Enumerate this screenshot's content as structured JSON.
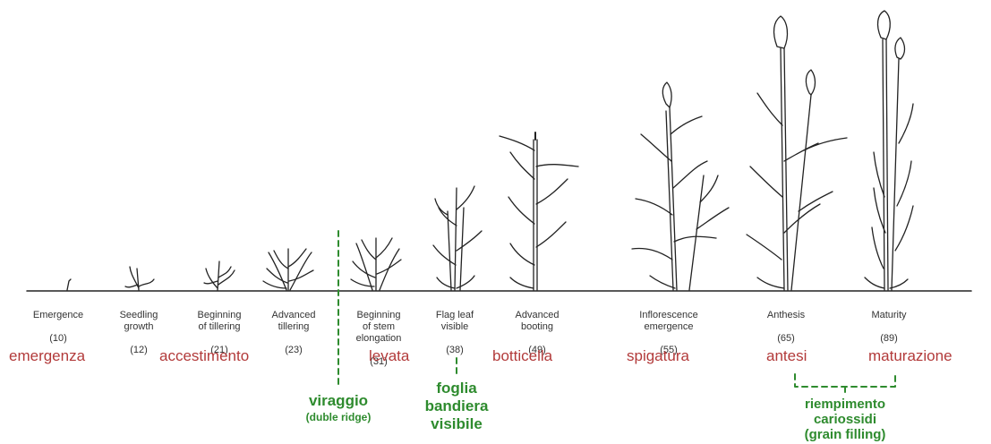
{
  "stages": [
    {
      "name": "Emergence",
      "code": "(10)"
    },
    {
      "name": "Seedling\ngrowth",
      "code": "(12)"
    },
    {
      "name": "Beginning\nof tillering",
      "code": "(21)"
    },
    {
      "name": "Advanced\ntillering",
      "code": "(23)"
    },
    {
      "name": "Beginning\nof stem\nelongation",
      "code": "(31)"
    },
    {
      "name": "Flag leaf\nvisible",
      "code": "(38)"
    },
    {
      "name": "Advanced\nbooting",
      "code": "(49)"
    },
    {
      "name": "Inflorescence\nemergence",
      "code": "(55)"
    },
    {
      "name": "Anthesis",
      "code": "(65)"
    },
    {
      "name": "Maturity",
      "code": "(89)"
    }
  ],
  "italian_stages": [
    "emergenza",
    "accestimento",
    "levata",
    "botticella",
    "spigatura",
    "antesi",
    "maturazione"
  ],
  "markers": {
    "viraggio": {
      "main": "viraggio",
      "sub": "(duble ridge)"
    },
    "foglia": {
      "line1": "foglia",
      "line2": "bandiera",
      "line3": "visibile"
    },
    "riempimento": {
      "line1": "riempimento",
      "line2": "cariossidi",
      "line3": "(grain filling)"
    }
  },
  "colors": {
    "italian": "#b23a3a",
    "marker": "#2e8b2e",
    "drawing": "#222222"
  }
}
